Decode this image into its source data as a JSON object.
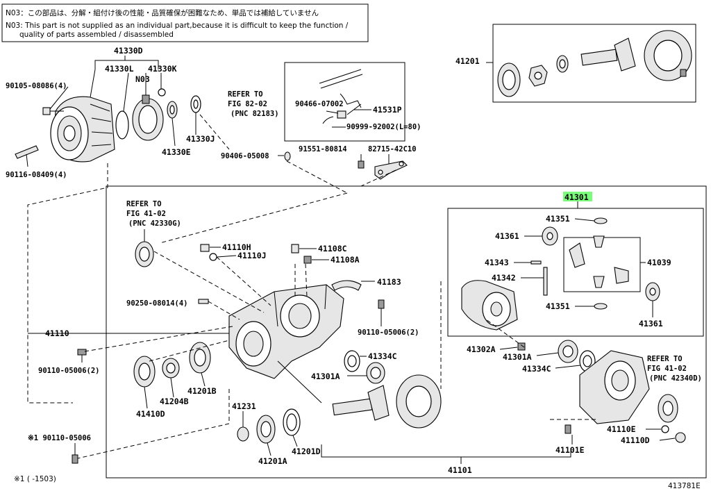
{
  "note": {
    "line1": "N03：この部品は、分解・組付け後の性能・品質確保が困難なため、単品では補給していません",
    "line2": "N03: This part is not supplied as an individual part,because it is difficult to keep the function /",
    "line3": "quality of parts assembled / disassembled"
  },
  "labels": {
    "p41330D": "41330D",
    "p41330L": "41330L",
    "p41330K": "41330K",
    "N03": "N03",
    "p90105_08086": "90105-08086(4)",
    "p41330E": "41330E",
    "p41330J": "41330J",
    "p90116_08409": "90116-08409(4)",
    "ref1_a": "REFER TO",
    "ref1_b": "FIG 82-02",
    "ref1_c": "(PNC 82183)",
    "p90466_07002": "90466-07002",
    "p41531P": "41531P",
    "p90999_92002": "90999-92002(L=80)",
    "p90406_05008": "90406-05008",
    "p91551_80814": "91551-80814",
    "p82715_42C10": "82715-42C10",
    "p41201": "41201",
    "p41301": "41301",
    "ref2_a": "REFER TO",
    "ref2_b": "FIG 41-02",
    "ref2_c": "(PNC 42330G)",
    "p41110H": "41110H",
    "p41110J": "41110J",
    "p41108C": "41108C",
    "p41108A": "41108A",
    "p41183": "41183",
    "p90250_08014": "90250-08014(4)",
    "p90110_05006_2a": "90110-05006(2)",
    "p41110": "41110",
    "p90110_05006_2b": "90110-05006(2)",
    "p41351a": "41351",
    "p41361a": "41361",
    "p41343": "41343",
    "p41342": "41342",
    "p41039": "41039",
    "p41351b": "41351",
    "p41361b": "41361",
    "p41302A": "41302A",
    "p41301A_a": "41301A",
    "p41334C_a": "41334C",
    "p41301A_b": "41301A",
    "p41334C_b": "41334C",
    "ref3_a": "REFER TO",
    "ref3_b": "FIG 41-02",
    "ref3_c": "(PNC 42340D)",
    "p41410D": "41410D",
    "p41204B": "41204B",
    "p41201B": "41201B",
    "p41231": "41231",
    "p41201A": "41201A",
    "p41201D": "41201D",
    "p41110E": "41110E",
    "p41110D": "41110D",
    "p41101E": "41101E",
    "p41101": "41101",
    "star_90110": "※1 90110-05006",
    "footnote": "※1 (     -1503)",
    "fig_code": "413781E"
  },
  "colors": {
    "highlight": "#7CFC7C",
    "line": "#000000"
  }
}
